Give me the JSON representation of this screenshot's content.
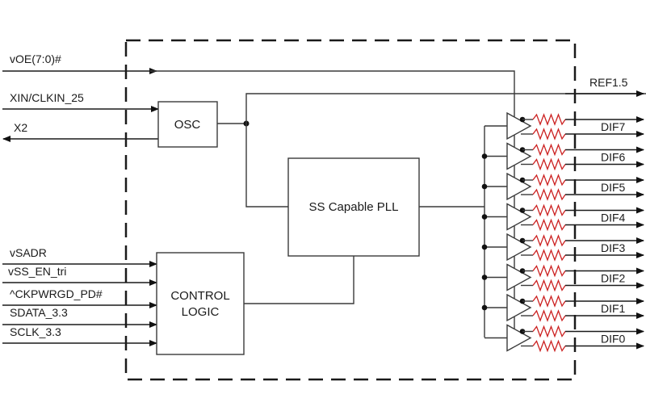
{
  "diagram": {
    "type": "block-diagram",
    "blocks": {
      "osc": "OSC",
      "pll": "SS Capable PLL",
      "control_line1": "CONTROL",
      "control_line2": "LOGIC"
    },
    "inputs": {
      "voe": "vOE(7:0)#",
      "xin": "XIN/CLKIN_25",
      "x2": "X2",
      "vsadr": "vSADR",
      "vss_en": "vSS_EN_tri",
      "ckpwrgd": "^CKPWRGD_PD#",
      "sdata": "SDATA_3.3",
      "sclk": "SCLK_3.3"
    },
    "outputs": {
      "ref": "REF1.5",
      "dif": [
        "DIF7",
        "DIF6",
        "DIF5",
        "DIF4",
        "DIF3",
        "DIF2",
        "DIF1",
        "DIF0"
      ]
    },
    "colors": {
      "resistor": "#cc2222",
      "wire": "#3a3a3a"
    }
  }
}
